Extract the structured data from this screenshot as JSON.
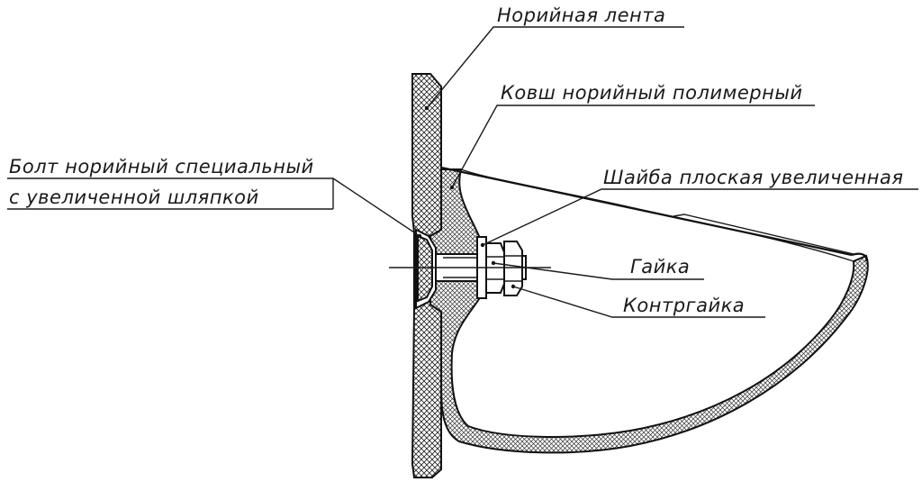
{
  "labels": {
    "belt": "Норийная лента",
    "bucket": "Ковш норийный полимерный",
    "bolt_line1": "Болт норийный специальный",
    "bolt_line2": "с увеличенной шляпкой",
    "washer": "Шайба плоская увеличенная",
    "nut": "Гайка",
    "locknut": "Контргайка"
  }
}
